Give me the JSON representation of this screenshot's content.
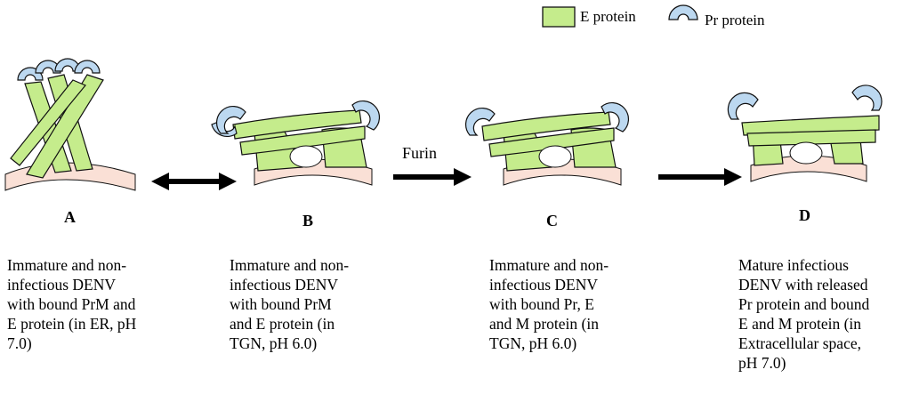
{
  "legend": {
    "e_protein_label": "E protein",
    "pr_protein_label": "Pr protein"
  },
  "colors": {
    "e_protein": "#c5ec8c",
    "pr_protein": "#bcd8f0",
    "membrane": "#fae0d6",
    "outline": "#111111",
    "arrow": "#000000"
  },
  "stages": [
    {
      "letter": "A",
      "caption": "Immature and non-\ninfectious DENV\nwith bound PrM and\nE protein (in ER, pH\n7.0)"
    },
    {
      "letter": "B",
      "caption": "Immature and non-\ninfectious DENV\nwith bound PrM\nand E protein (in\nTGN, pH 6.0)"
    },
    {
      "letter": "C",
      "caption": "Immature and non-\ninfectious DENV\nwith bound Pr, E\nand M protein (in\nTGN, pH 6.0)"
    },
    {
      "letter": "D",
      "caption": "Mature infectious\nDENV with released\nPr protein and bound\nE and M protein (in\nExtracellular space,\npH 7.0)"
    }
  ],
  "arrows": [
    {
      "type": "double-headed",
      "label": ""
    },
    {
      "type": "single",
      "label": "Furin"
    },
    {
      "type": "single",
      "label": ""
    }
  ]
}
